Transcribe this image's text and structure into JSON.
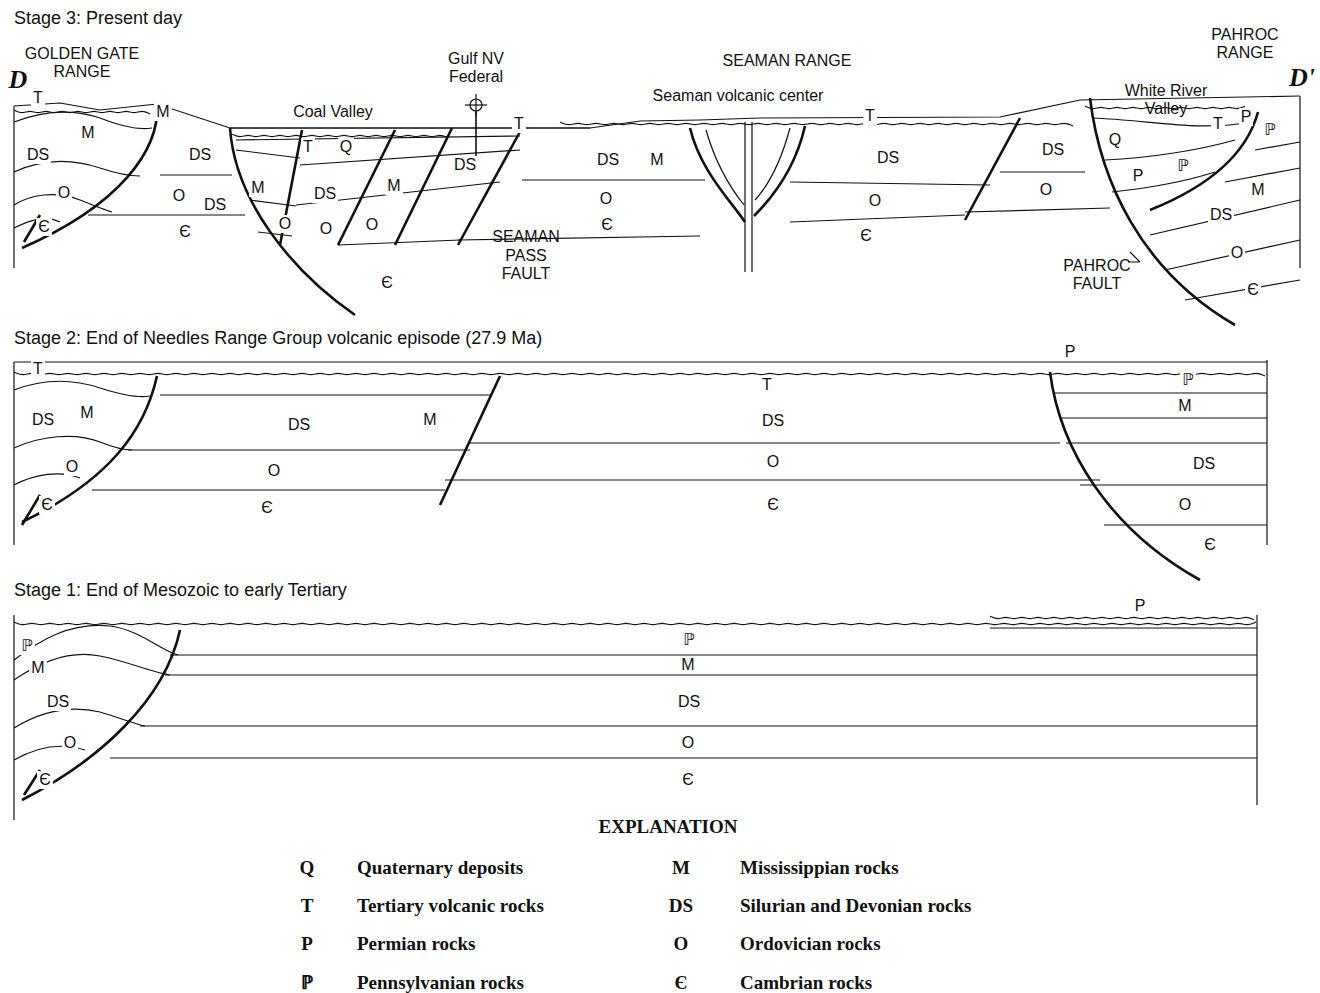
{
  "diagram": {
    "labels": [
      "Stage 3: Present day",
      "GOLDEN GATE RANGE",
      "D",
      "D'",
      "Coal Valley",
      "Gulf NV Federal",
      "SEAMAN RANGE",
      "Seaman volcanic center",
      "White River Valley",
      "PAHROC RANGE",
      "T",
      "M",
      "M",
      "DS",
      "O",
      "Є",
      "DS",
      "T",
      "Q",
      "M",
      "DS",
      "M",
      "DS",
      "DS",
      "O",
      "Є",
      "O",
      "O",
      "O",
      "Є",
      "T",
      "SEAMAN PASS FAULT",
      "DS",
      "M",
      "O",
      "Є",
      "T",
      "DS",
      "O",
      "Є",
      "DS",
      "O",
      "Q",
      "T",
      "P",
      "ℙ",
      "P",
      "ℙ",
      "M",
      "DS",
      "O",
      "Є",
      "PAHROC FAULT",
      "Stage 2: End of Needles Range Group volcanic episode (27.9 Ma)",
      "T",
      "M",
      "DS",
      "O",
      "Є",
      "DS",
      "M",
      "O",
      "Є",
      "T",
      "DS",
      "O",
      "Є",
      "P",
      "ℙ",
      "M",
      "DS",
      "O",
      "Є",
      "Stage 1: End of Mesozoic to early Tertiary",
      "P",
      "ℙ",
      "M",
      "DS",
      "O",
      "Є",
      "ℙ",
      "M",
      "DS",
      "O",
      "Є",
      "EXPLANATION",
      "Q",
      "T",
      "P",
      "ℙ",
      "M",
      "DS",
      "O",
      "Є"
    ],
    "legend": [
      {
        "text": "Quaternary deposits"
      },
      {
        "text": "Tertiary volcanic rocks"
      },
      {
        "text": "Permian rocks"
      },
      {
        "text": "Pennsylvanian rocks"
      },
      {
        "text": "Mississippian rocks"
      },
      {
        "text": "Silurian and Devonian rocks"
      },
      {
        "text": "Ordovician rocks"
      },
      {
        "text": "Cambrian rocks"
      }
    ]
  }
}
